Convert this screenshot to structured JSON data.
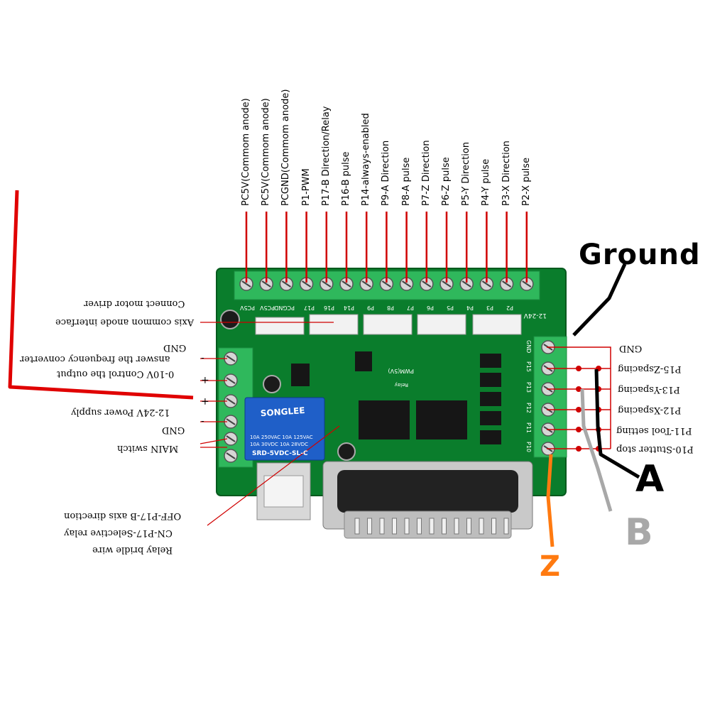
{
  "top_pin_labels": [
    "PC5V(Commom anode)",
    "PC5V(Commom anode)",
    "PCGND(Commom anode)",
    "P1-PWM",
    "P17-B Direction/Relay",
    "P16-B pulse",
    "P14-always-enabled",
    "P9-A Direction",
    "P8-A pulse",
    "P7-Z  Direction",
    "P6-Z pulse",
    "P5-Y  Direction",
    "P4-Y pulse",
    "P3-X  Direction",
    "P2-X  pulse"
  ],
  "left_labels": {
    "connect_motor_driver": "Connect motor driver",
    "axis_common_anode": "Axis common anode interface",
    "gnd_top": "GND",
    "answer_converter": "answer the frequency converter",
    "control_output": "0-10V Control the output",
    "power_supply": "12-24V Power supply",
    "gnd_bottom": "GND",
    "main_switch": "MAIN switch",
    "off_p17": "OFF-P17-B axis direction",
    "cn_p17": "CN-P17-Selective relay",
    "relay_wire": "Relay bridle wire"
  },
  "right_labels": {
    "gnd": "GND",
    "p15": "P15-Zspacing",
    "p13": "P13-Yspacing",
    "p12": "P12-Xspacing",
    "p11": "P11-Tool setting",
    "p10": "P10-Stutter stop"
  },
  "handwritten": {
    "ground": "Ground",
    "a": "A",
    "b": "B",
    "z": "Z"
  },
  "board_markings": {
    "relay_brand": "SONGLEE",
    "relay_model": "SRD-5VDC-SL-C",
    "relay_spec1": "10A 250VAC  10A 125VAC",
    "relay_spec2": "10A  30VDC  10A  28VDC",
    "voltage": "12-24V",
    "right_pins": [
      "GND",
      "P15",
      "P13",
      "P12",
      "P11",
      "P10"
    ],
    "top_silk": [
      "PC5V",
      "PC5V",
      "PCGND",
      "P17",
      "P16",
      "P14",
      "P9",
      "P8",
      "P7",
      "P6",
      "P5",
      "P4",
      "P3",
      "P2"
    ],
    "pwm": "PWM(5V)",
    "relay_text": "Relay"
  },
  "colors": {
    "pcb": "#0a7d2c",
    "terminal": "#2fb85c",
    "annotation_red": "#d00000",
    "ground_wire": "#000000",
    "b_wire": "#a8a8a8",
    "z_wire": "#ff7a10",
    "relay_blue": "#1f5fc8"
  }
}
